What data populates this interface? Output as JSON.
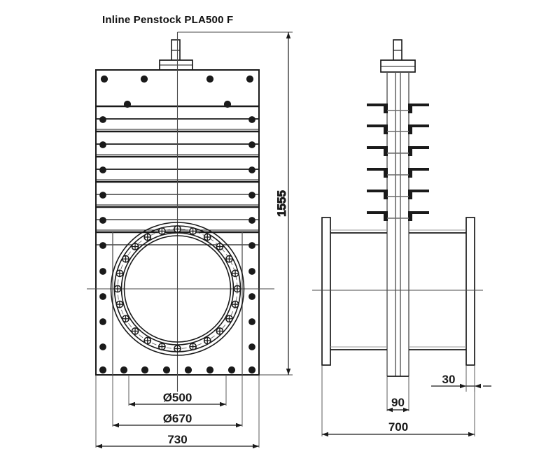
{
  "drawing": {
    "title": "Inline Penstock PLA500 F",
    "units": "mm",
    "line_color": "#1a1a1a",
    "thin_line_color": "#4a4a4a",
    "background": "#ffffff"
  },
  "views": {
    "front": {
      "name": "front-elevation-view",
      "label": "",
      "body_panels": 6,
      "top_plate_bolts": 4,
      "second_row_bolts": 2,
      "side_bolts_per_side": 6,
      "bottom_bolts": 8,
      "flange_bolt_count": 24,
      "circles": 3
    },
    "side": {
      "name": "side-section-view",
      "label": "",
      "stem_brackets": 6,
      "flanges": 2
    }
  },
  "dimensions": {
    "height_overall": "1555",
    "bore_diameter": "Ø500",
    "flange_bolt_circle": "Ø670",
    "flange_outer_width": "730",
    "spool_length": "700",
    "stem_housing_width": "90",
    "flange_thickness": "30"
  }
}
